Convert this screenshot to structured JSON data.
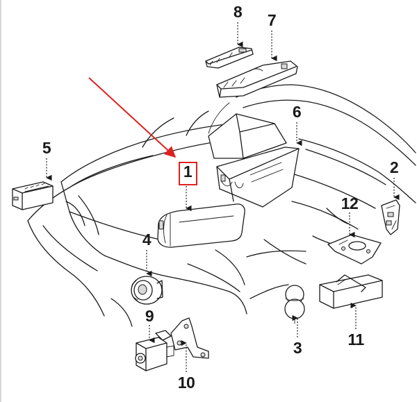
{
  "callouts": [
    {
      "id": "1",
      "label": "1"
    },
    {
      "id": "2",
      "label": "2"
    },
    {
      "id": "3",
      "label": "3"
    },
    {
      "id": "4",
      "label": "4"
    },
    {
      "id": "5",
      "label": "5"
    },
    {
      "id": "6",
      "label": "6"
    },
    {
      "id": "7",
      "label": "7"
    },
    {
      "id": "8",
      "label": "8"
    },
    {
      "id": "9",
      "label": "9"
    },
    {
      "id": "10",
      "label": "10"
    },
    {
      "id": "11",
      "label": "11"
    },
    {
      "id": "12",
      "label": "12"
    }
  ],
  "highlight": {
    "callout": "1",
    "color": "#e02020"
  },
  "colors": {
    "line": "#1a1a1a",
    "accent": "#e02020",
    "background": "#ffffff"
  }
}
